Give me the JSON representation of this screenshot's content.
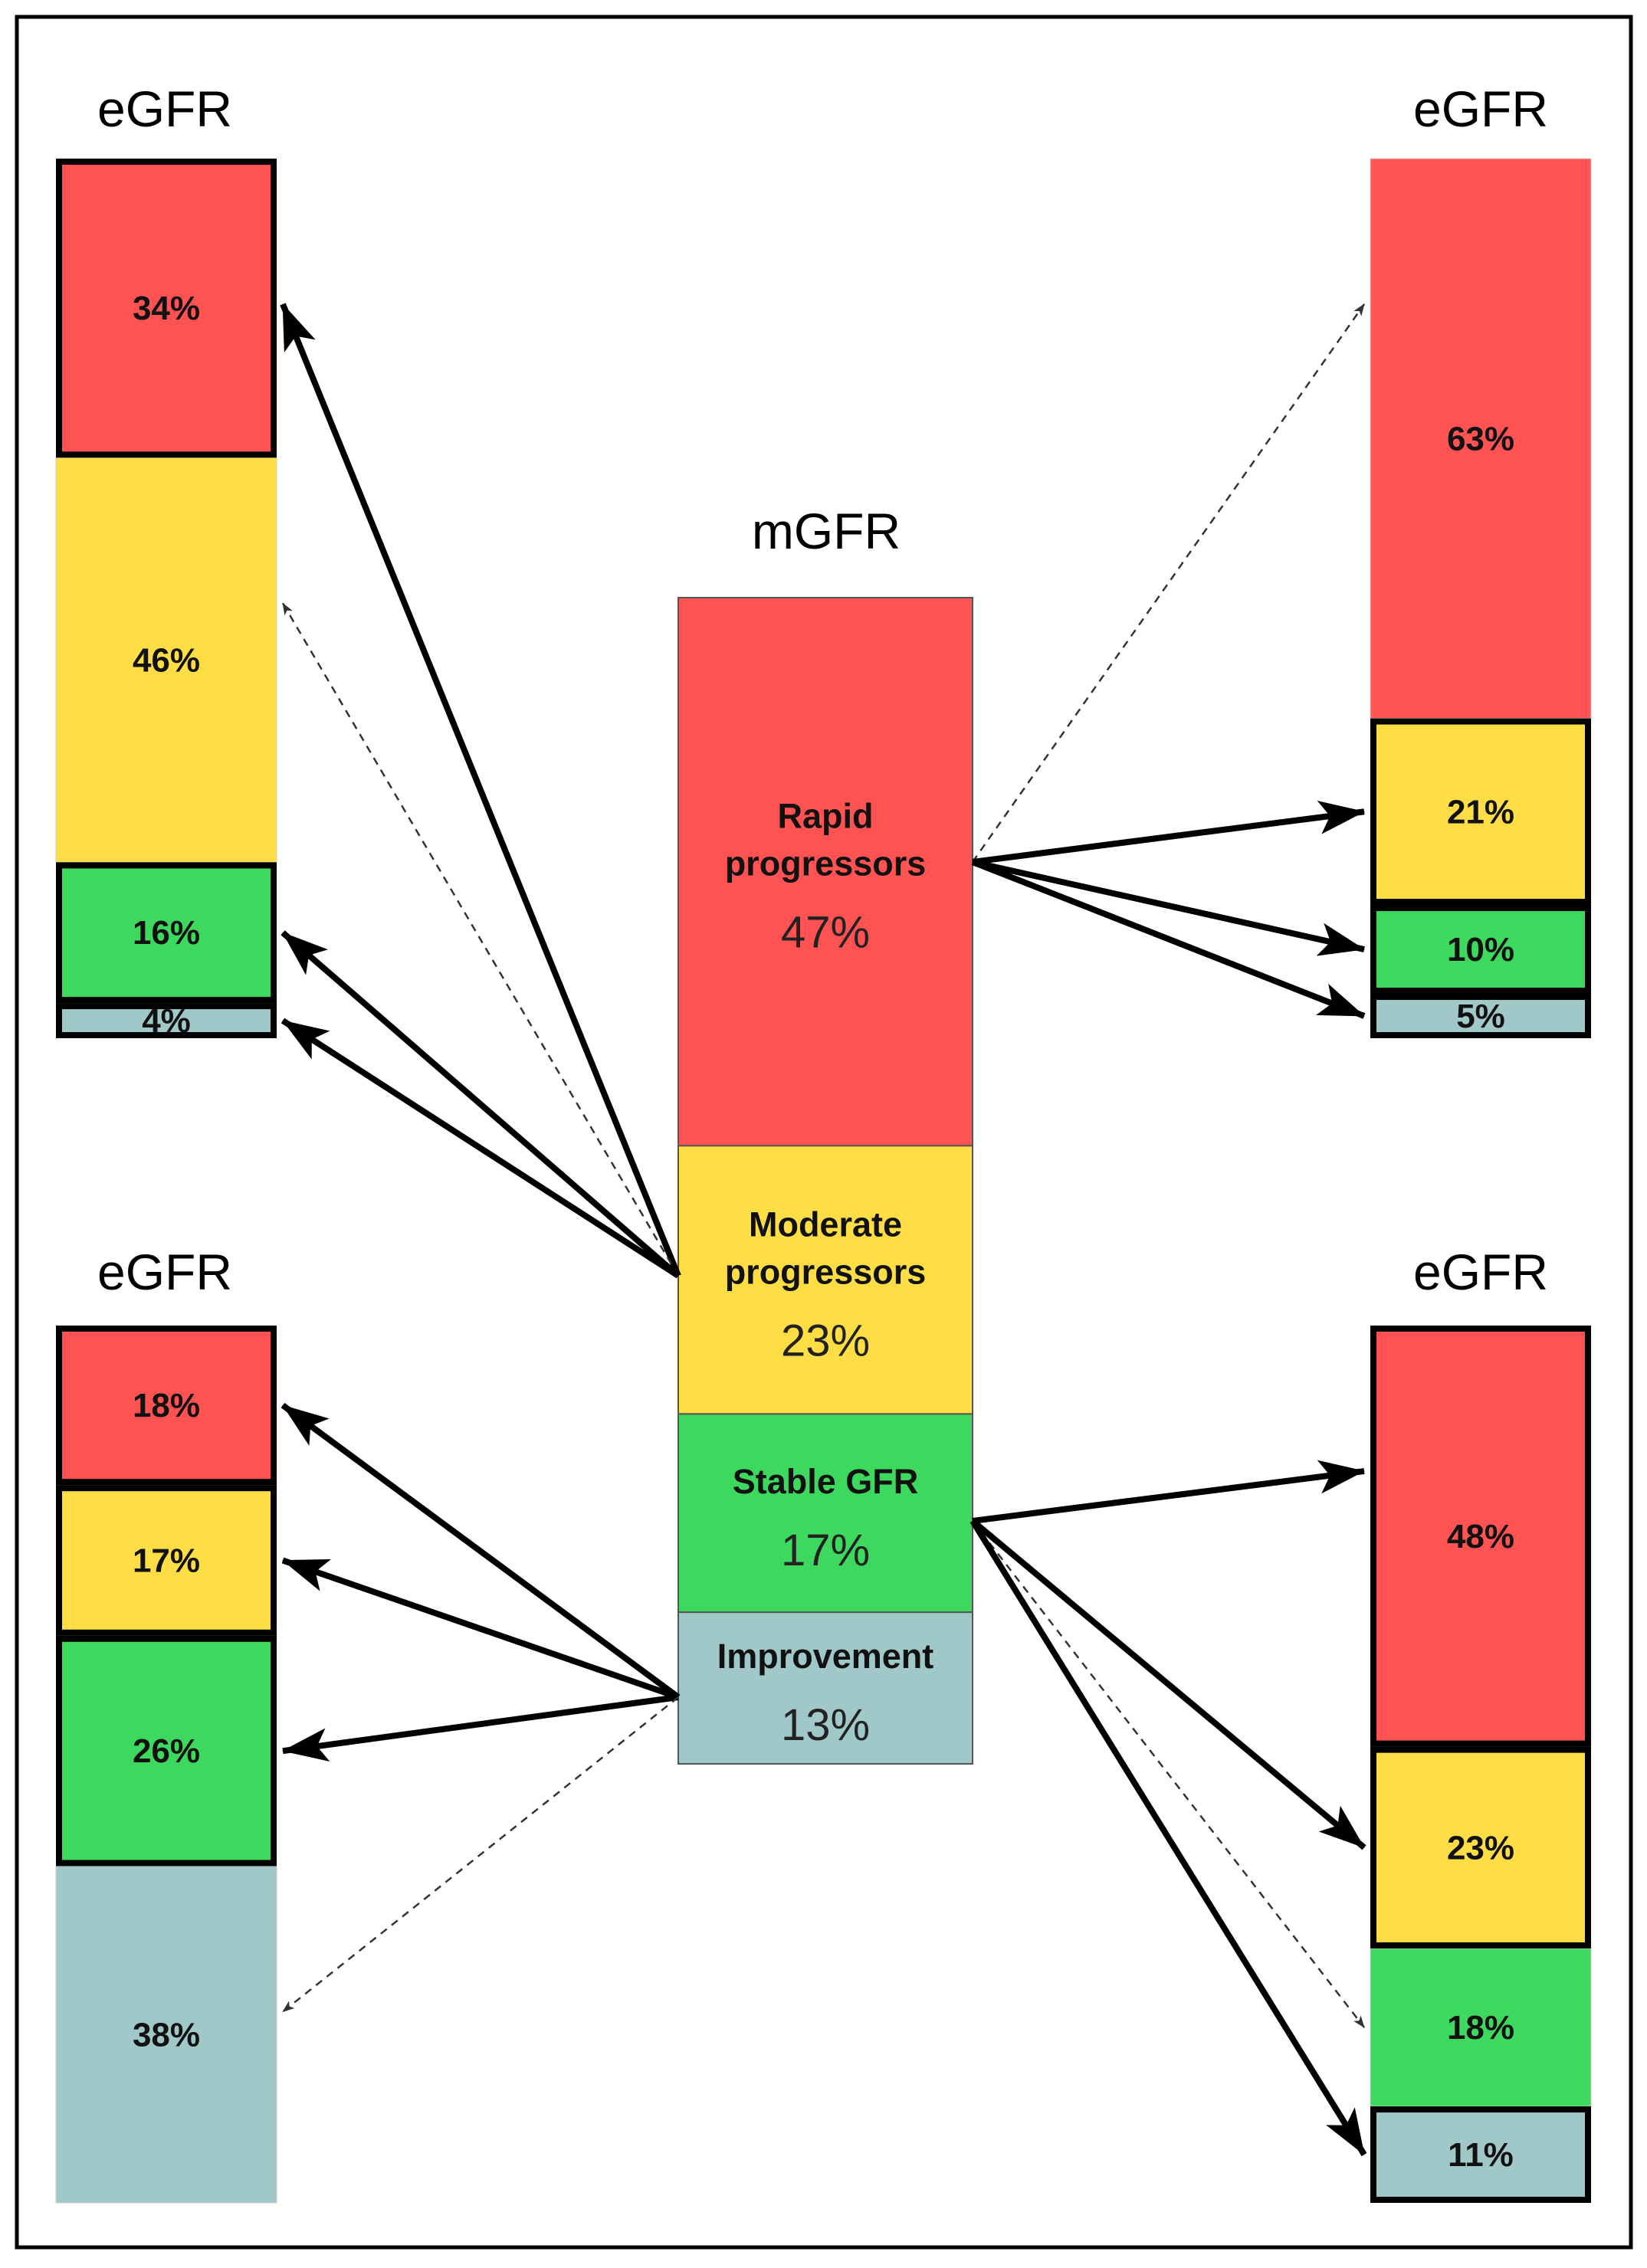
{
  "colors": {
    "rapid": "#ff5252",
    "moderate": "#ffdd44",
    "stable": "#3dd95e",
    "improvement": "#a1c8c8"
  },
  "center": {
    "title": "mGFR",
    "segments": [
      {
        "key": "rapid",
        "label_lines": [
          "Rapid",
          "progressors"
        ],
        "percent": "47%",
        "value": 47
      },
      {
        "key": "moderate",
        "label_lines": [
          "Moderate",
          "progressors"
        ],
        "percent": "23%",
        "value": 23
      },
      {
        "key": "stable",
        "label_lines": [
          "Stable GFR"
        ],
        "percent": "17%",
        "value": 17
      },
      {
        "key": "improvement",
        "label_lines": [
          "Improvement"
        ],
        "percent": "13%",
        "value": 13
      }
    ]
  },
  "panels": {
    "top_left": {
      "title": "eGFR",
      "source": "moderate",
      "segments": [
        {
          "key": "rapid",
          "percent": "34%",
          "value": 34,
          "highlighted": true,
          "arrow": "bold"
        },
        {
          "key": "moderate",
          "percent": "46%",
          "value": 46,
          "highlighted": false,
          "arrow": "dashed"
        },
        {
          "key": "stable",
          "percent": "16%",
          "value": 16,
          "highlighted": true,
          "arrow": "bold"
        },
        {
          "key": "improvement",
          "percent": "4%",
          "value": 4,
          "highlighted": true,
          "arrow": "bold"
        }
      ]
    },
    "top_right": {
      "title": "eGFR",
      "source": "rapid",
      "segments": [
        {
          "key": "rapid",
          "percent": "63%",
          "value": 63,
          "highlighted": false,
          "arrow": "dashed"
        },
        {
          "key": "moderate",
          "percent": "21%",
          "value": 21,
          "highlighted": true,
          "arrow": "bold"
        },
        {
          "key": "stable",
          "percent": "10%",
          "value": 10,
          "highlighted": true,
          "arrow": "bold"
        },
        {
          "key": "improvement",
          "percent": "5%",
          "value": 5,
          "highlighted": true,
          "arrow": "bold"
        }
      ]
    },
    "bottom_left": {
      "title": "eGFR",
      "source": "improvement",
      "segments": [
        {
          "key": "rapid",
          "percent": "18%",
          "value": 18,
          "highlighted": true,
          "arrow": "bold"
        },
        {
          "key": "moderate",
          "percent": "17%",
          "value": 17,
          "highlighted": true,
          "arrow": "bold"
        },
        {
          "key": "stable",
          "percent": "26%",
          "value": 26,
          "highlighted": true,
          "arrow": "bold"
        },
        {
          "key": "improvement",
          "percent": "38%",
          "value": 38,
          "highlighted": false,
          "arrow": "dashed"
        }
      ]
    },
    "bottom_right": {
      "title": "eGFR",
      "source": "stable",
      "segments": [
        {
          "key": "rapid",
          "percent": "48%",
          "value": 48,
          "highlighted": true,
          "arrow": "bold"
        },
        {
          "key": "moderate",
          "percent": "23%",
          "value": 23,
          "highlighted": true,
          "arrow": "bold"
        },
        {
          "key": "stable",
          "percent": "18%",
          "value": 18,
          "highlighted": false,
          "arrow": "dashed"
        },
        {
          "key": "improvement",
          "percent": "11%",
          "value": 11,
          "highlighted": true,
          "arrow": "bold"
        }
      ]
    }
  }
}
